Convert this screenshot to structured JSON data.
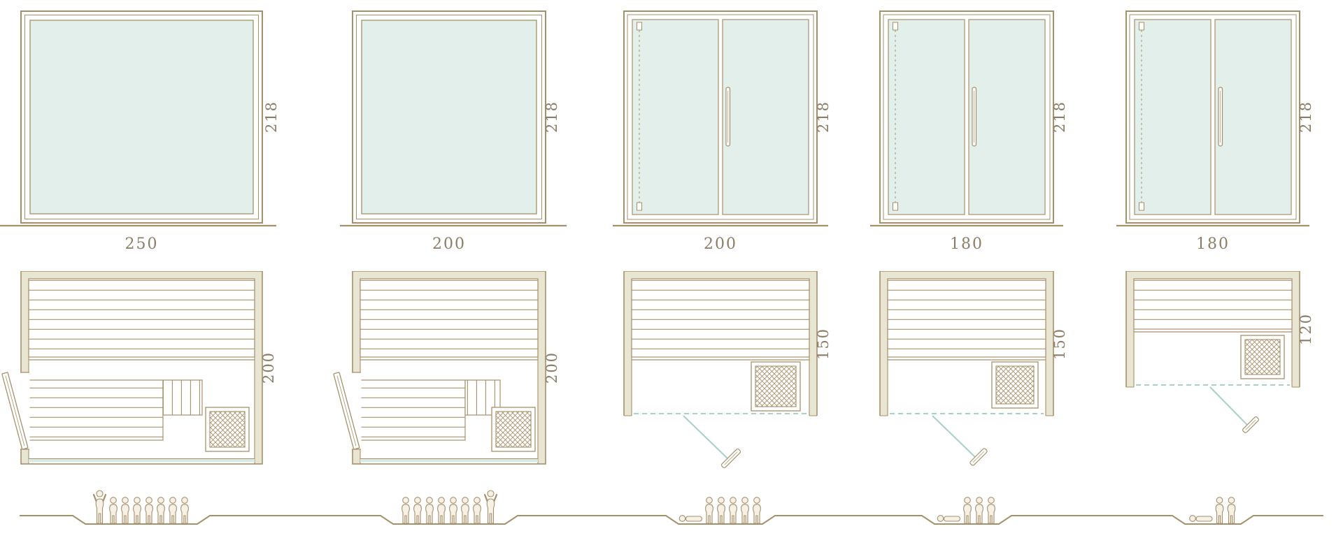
{
  "title": "Sauna cabin size variants diagram",
  "colors": {
    "line": "#a6906a",
    "glass": "#e2efeb",
    "wall_fill": "#e9e5d3",
    "dimension_text": "#8c7d68",
    "teal_accent": "#a7d0c9",
    "teal_band": "#d9ebe7",
    "figure_fill": "#f5f1e7"
  },
  "columns": [
    {
      "name": "variant-250x200",
      "front": {
        "type": "fixed-glass-panel",
        "width_label": "250",
        "height_label": "218"
      },
      "plan": {
        "depth_label": "200",
        "features": [
          "upper-bench",
          "lower-bench",
          "bench-step",
          "heater",
          "hinged-door-left"
        ]
      },
      "people": {
        "count": 8,
        "figures": [
          "tall",
          "small",
          "small",
          "small",
          "small",
          "small",
          "small",
          "small"
        ]
      }
    },
    {
      "name": "variant-200x200",
      "front": {
        "type": "fixed-glass-panel",
        "width_label": "200",
        "height_label": "218"
      },
      "plan": {
        "depth_label": "200",
        "features": [
          "upper-bench",
          "lower-bench",
          "bench-step",
          "heater",
          "hinged-door-left"
        ]
      },
      "people": {
        "count": 8,
        "figures": [
          "small",
          "small",
          "small",
          "small",
          "small",
          "small",
          "small",
          "tall"
        ]
      }
    },
    {
      "name": "variant-200x150",
      "front": {
        "type": "double-glass-door",
        "width_label": "200",
        "height_label": "218"
      },
      "plan": {
        "depth_label": "150",
        "features": [
          "upper-bench",
          "heater",
          "glass-front-door"
        ]
      },
      "people": {
        "count": 6,
        "figures": [
          "recline",
          "small",
          "small",
          "small",
          "small",
          "small"
        ]
      }
    },
    {
      "name": "variant-180x150",
      "front": {
        "type": "double-glass-door",
        "width_label": "180",
        "height_label": "218"
      },
      "plan": {
        "depth_label": "150",
        "features": [
          "upper-bench",
          "heater",
          "glass-front-door"
        ]
      },
      "people": {
        "count": 4,
        "figures": [
          "recline",
          "small",
          "small",
          "small"
        ]
      }
    },
    {
      "name": "variant-180x120",
      "front": {
        "type": "double-glass-door",
        "width_label": "180",
        "height_label": "218"
      },
      "plan": {
        "depth_label": "120",
        "features": [
          "upper-bench",
          "heater",
          "glass-front-door"
        ]
      },
      "people": {
        "count": 3,
        "figures": [
          "recline",
          "small",
          "small"
        ]
      }
    }
  ]
}
